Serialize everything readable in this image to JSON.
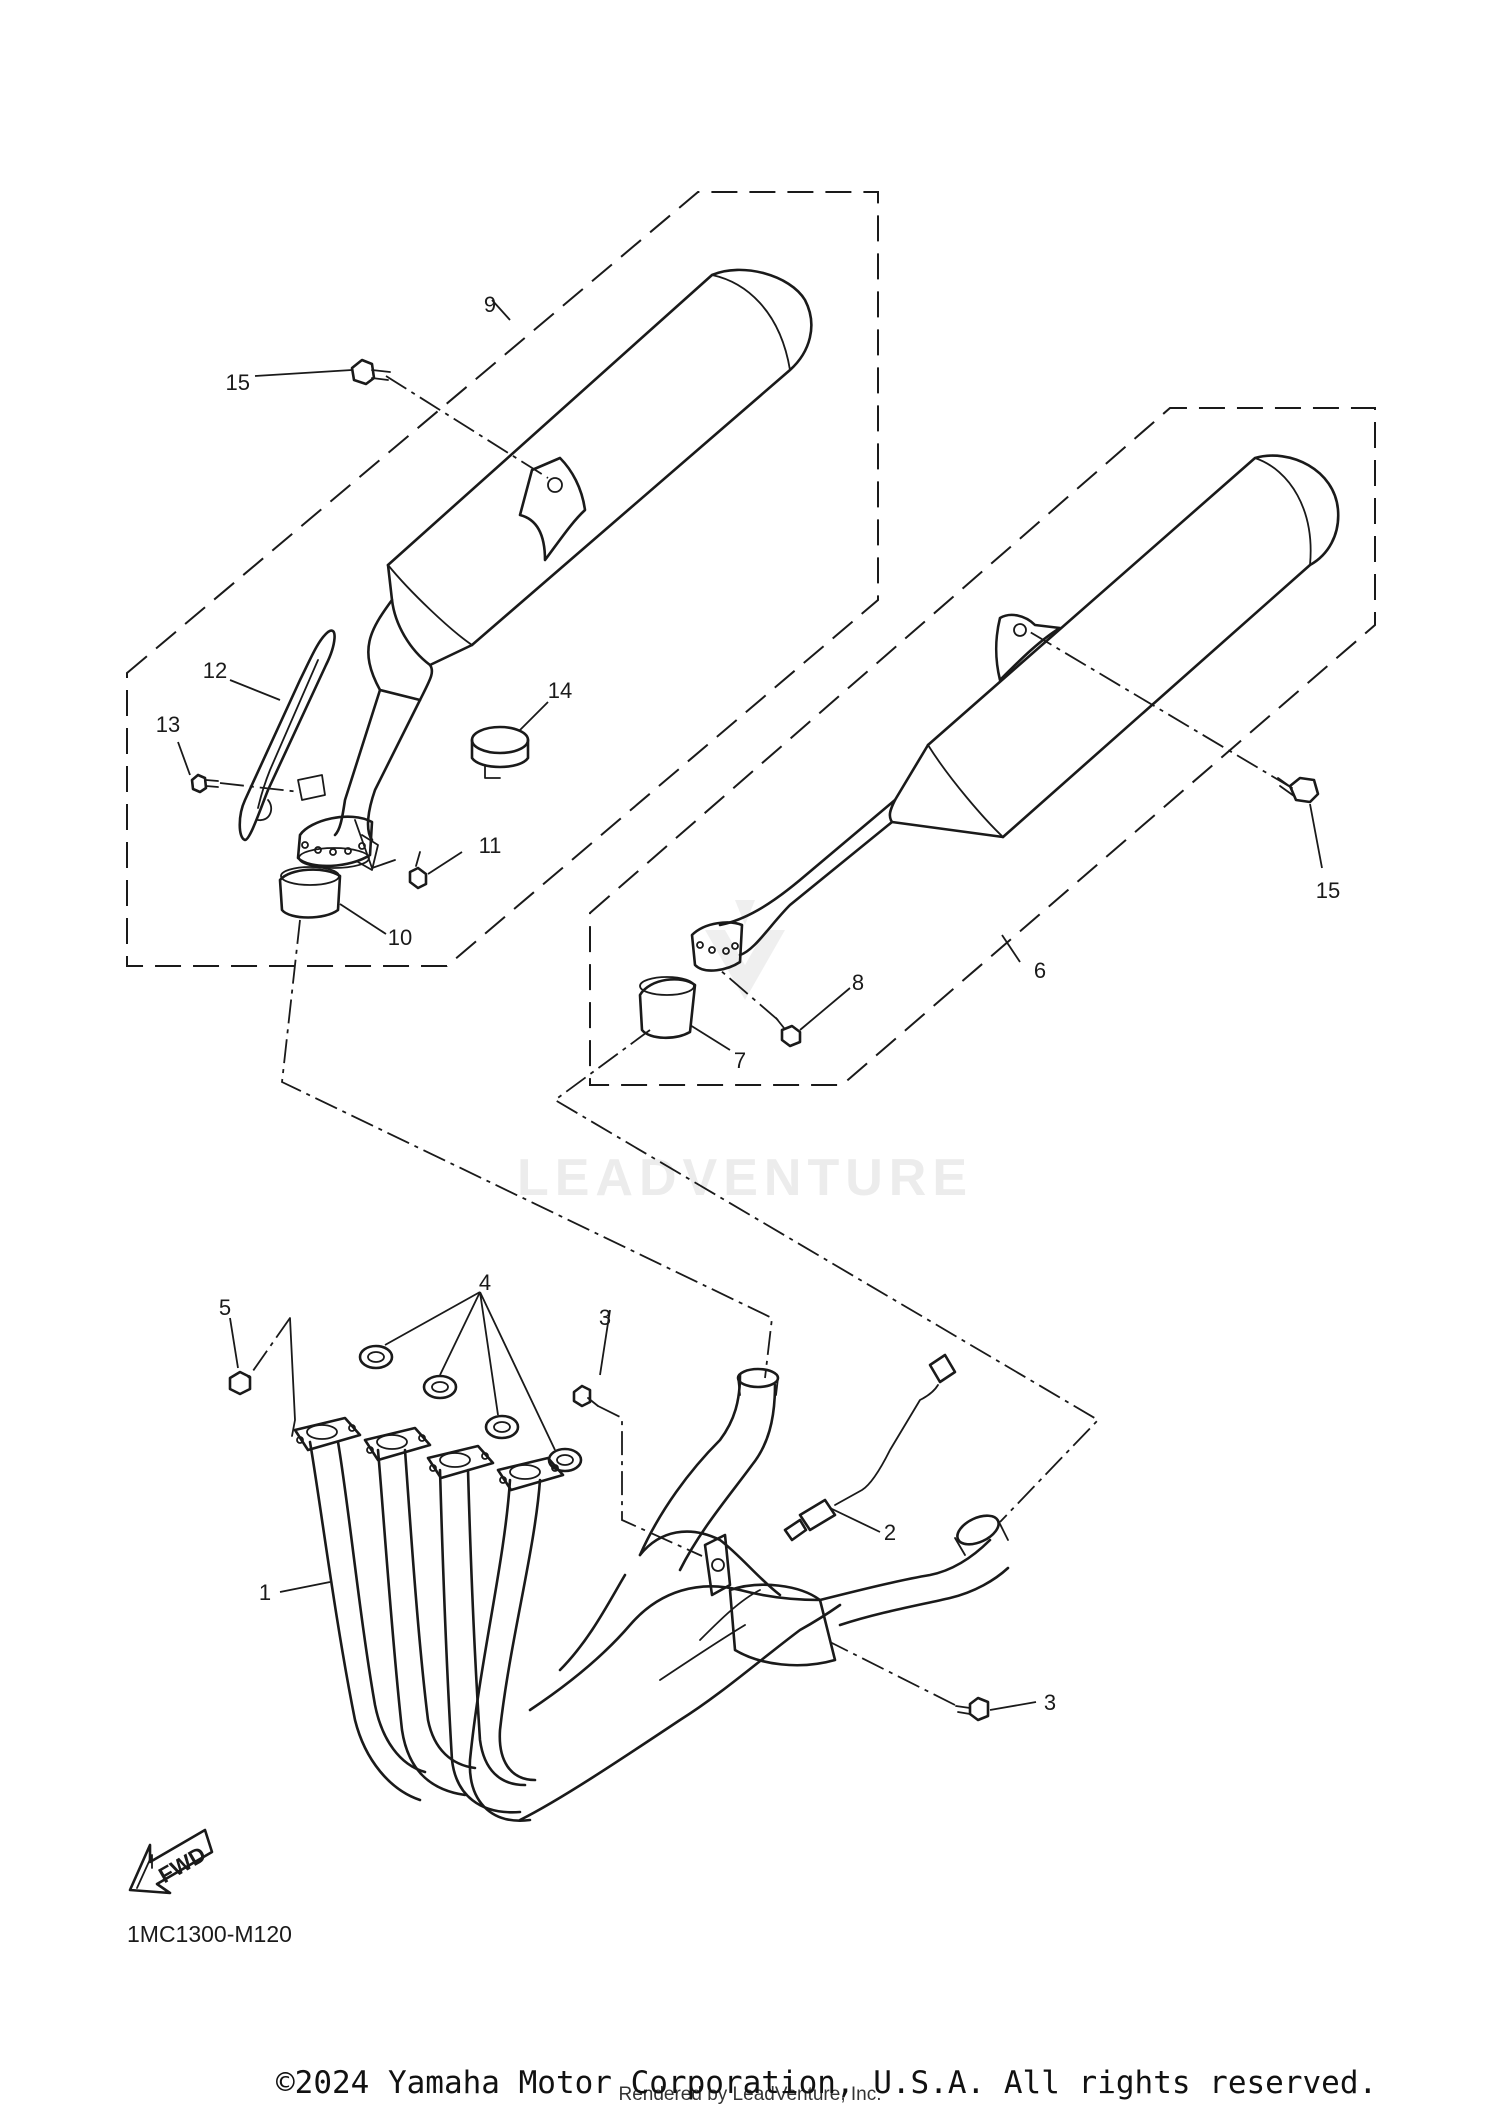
{
  "callouts": {
    "c1": "1",
    "c2": "2",
    "c3a": "3",
    "c3b": "3",
    "c4": "4",
    "c5": "5",
    "c6": "6",
    "c7": "7",
    "c8": "8",
    "c9": "9",
    "c10": "10",
    "c11": "11",
    "c12": "12",
    "c13": "13",
    "c14": "14",
    "c15a": "15",
    "c15b": "15"
  },
  "fwd_label": "FWD",
  "diagram_code": "1MC1300-M120",
  "watermark": "LEADVENTURE",
  "footer": {
    "copyright": "©2024 Yamaha Motor Corporation, U.S.A. All rights reserved.",
    "rendered_by": "Rendered by LeadVenture, Inc."
  }
}
